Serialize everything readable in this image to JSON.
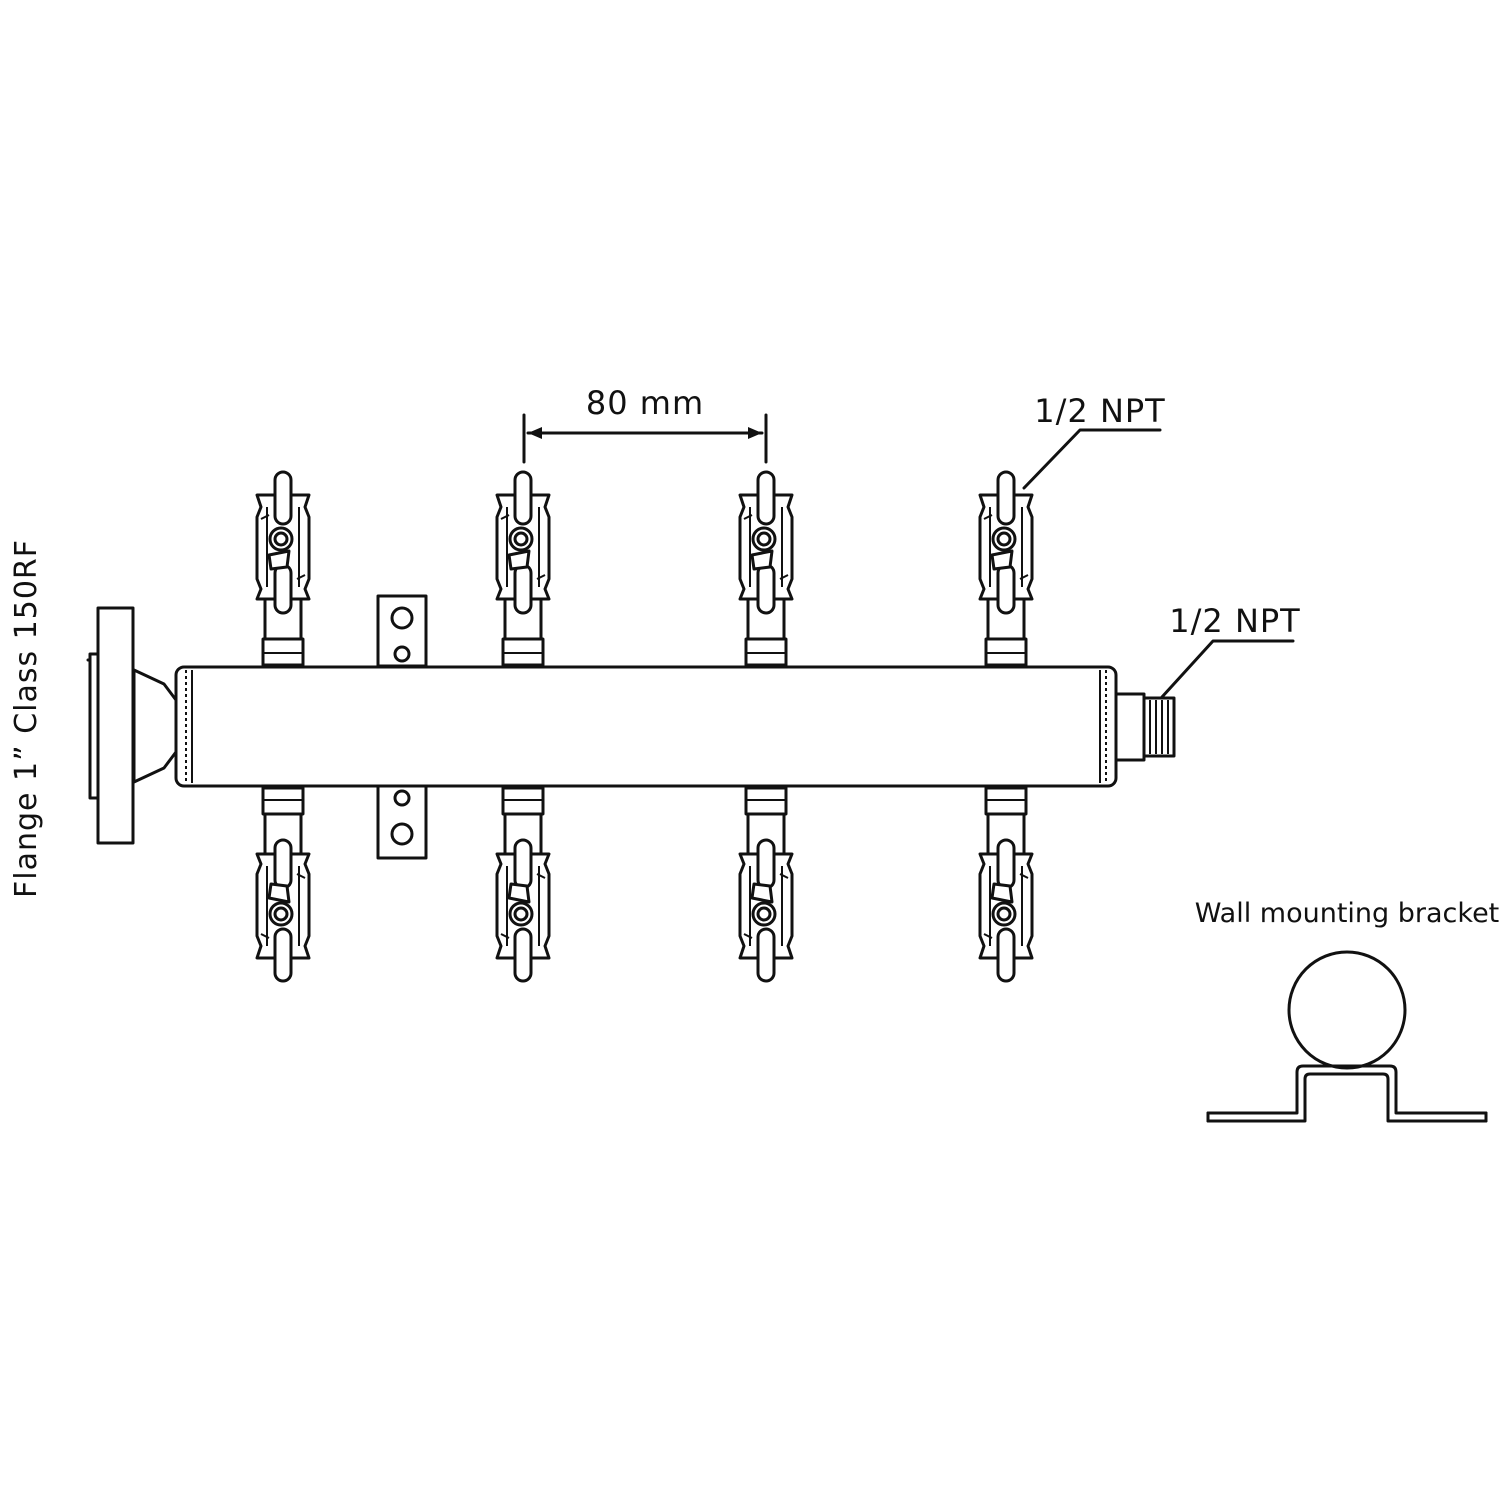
{
  "labels": {
    "spacing": "80 mm",
    "outlet_thread": "1/2 NPT",
    "end_thread": "1/2 NPT",
    "inlet_flange": "Flange 1” Class 150RF",
    "bracket": "Wall mounting bracket"
  },
  "valves": {
    "top_count": 4,
    "bottom_count": 4
  },
  "colors": {
    "line": "#111111",
    "background": "#ffffff"
  }
}
